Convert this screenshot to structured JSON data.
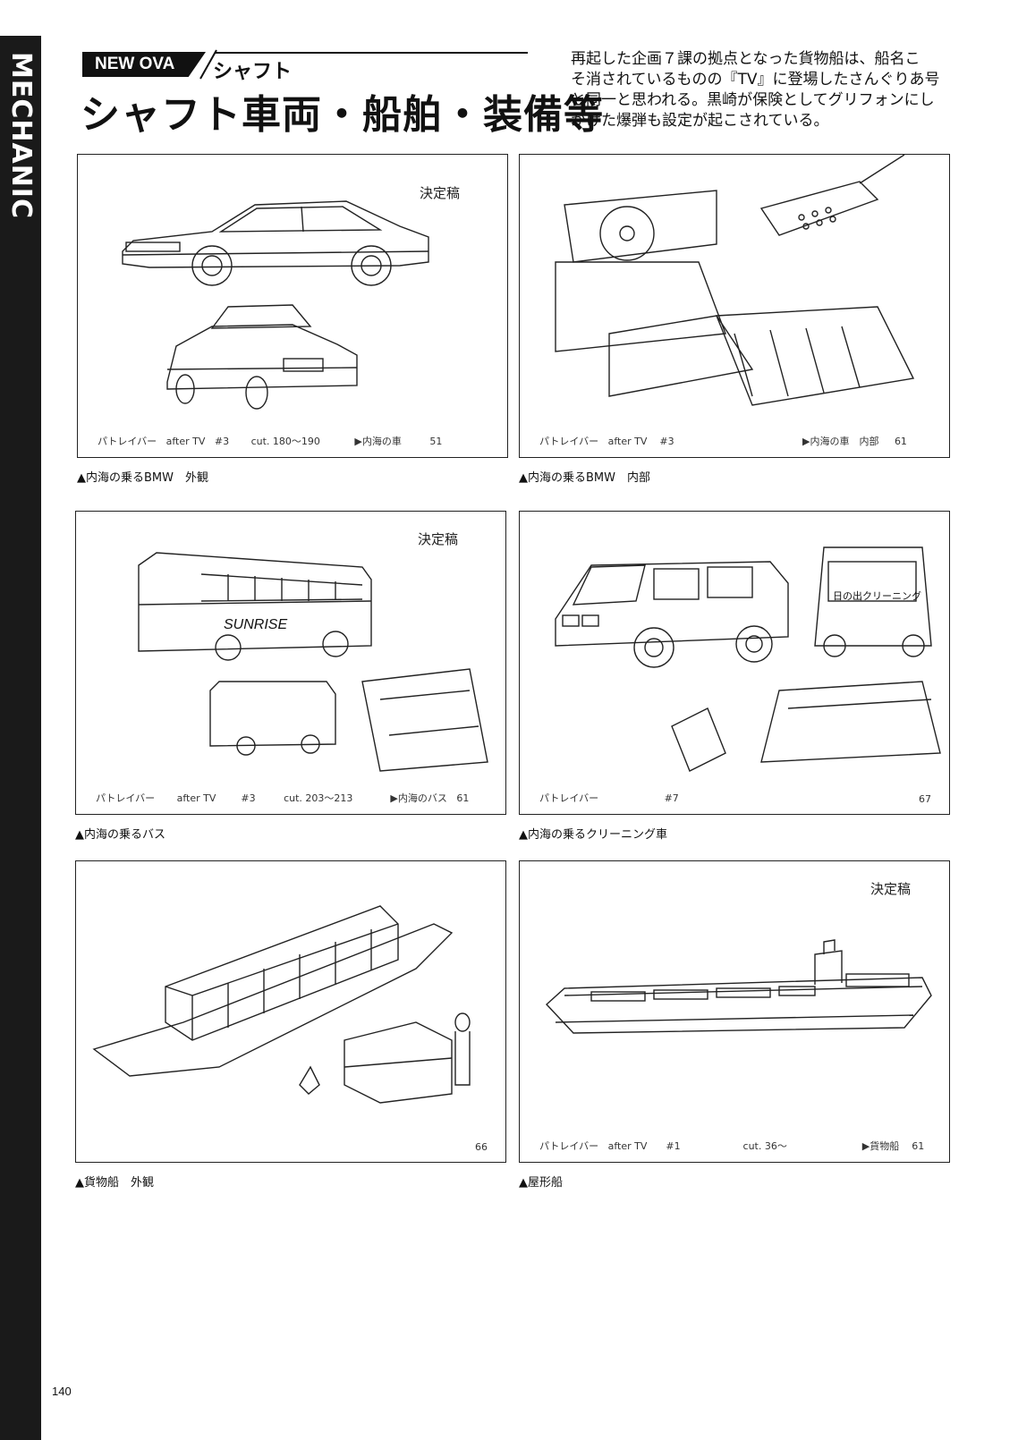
{
  "spine": {
    "label": "MECHANIC"
  },
  "header": {
    "badge": "NEW OVA",
    "series": "シャフト",
    "title": "シャフト車両・船舶・装備等"
  },
  "intro": {
    "lines": [
      "再起した企画７課の拠点となった貨物船は、船名こ",
      "そ消されているものの『TV』に登場したさんぐりあ号",
      "と同一と思われる。黒崎が保険としてグリフォンにし",
      "かけた爆弾も設定が起こされている。"
    ]
  },
  "panels": [
    {
      "stamp": "決定稿",
      "footer": [
        "パトレイバー",
        "after TV",
        "#3",
        "cut. 180～190",
        "▶内海の車",
        "51"
      ],
      "caption": "▲内海の乗るBMW　外観",
      "subject": "sedan"
    },
    {
      "stamp": "",
      "footer": [
        "パトレイバー",
        "after TV",
        "#3",
        "",
        "▶内海の車　内部",
        "61"
      ],
      "caption": "▲内海の乗るBMW　内部",
      "subject": "interior"
    },
    {
      "stamp": "決定稿",
      "footer": [
        "パトレイバー",
        "after TV",
        "#3",
        "cut. 203～213",
        "▶内海のバス",
        "61"
      ],
      "caption": "▲内海の乗るバス",
      "bus_text": "SUNRISE",
      "subject": "bus"
    },
    {
      "stamp": "",
      "footer": [
        "パトレイバー",
        "",
        "#7",
        "",
        "",
        "67"
      ],
      "caption": "▲内海の乗るクリーニング車",
      "van_text": "日の出クリーニング",
      "subject": "van"
    },
    {
      "stamp": "",
      "footer": [
        "",
        "",
        "",
        "",
        "",
        "66"
      ],
      "caption": "▲貨物船　外観",
      "subject": "boat"
    },
    {
      "stamp": "決定稿",
      "footer": [
        "パトレイバー",
        "after TV",
        "#1",
        "cut. 36～",
        "▶貨物船",
        "61"
      ],
      "caption": "▲屋形船",
      "subject": "ship"
    }
  ],
  "page_number": "140"
}
